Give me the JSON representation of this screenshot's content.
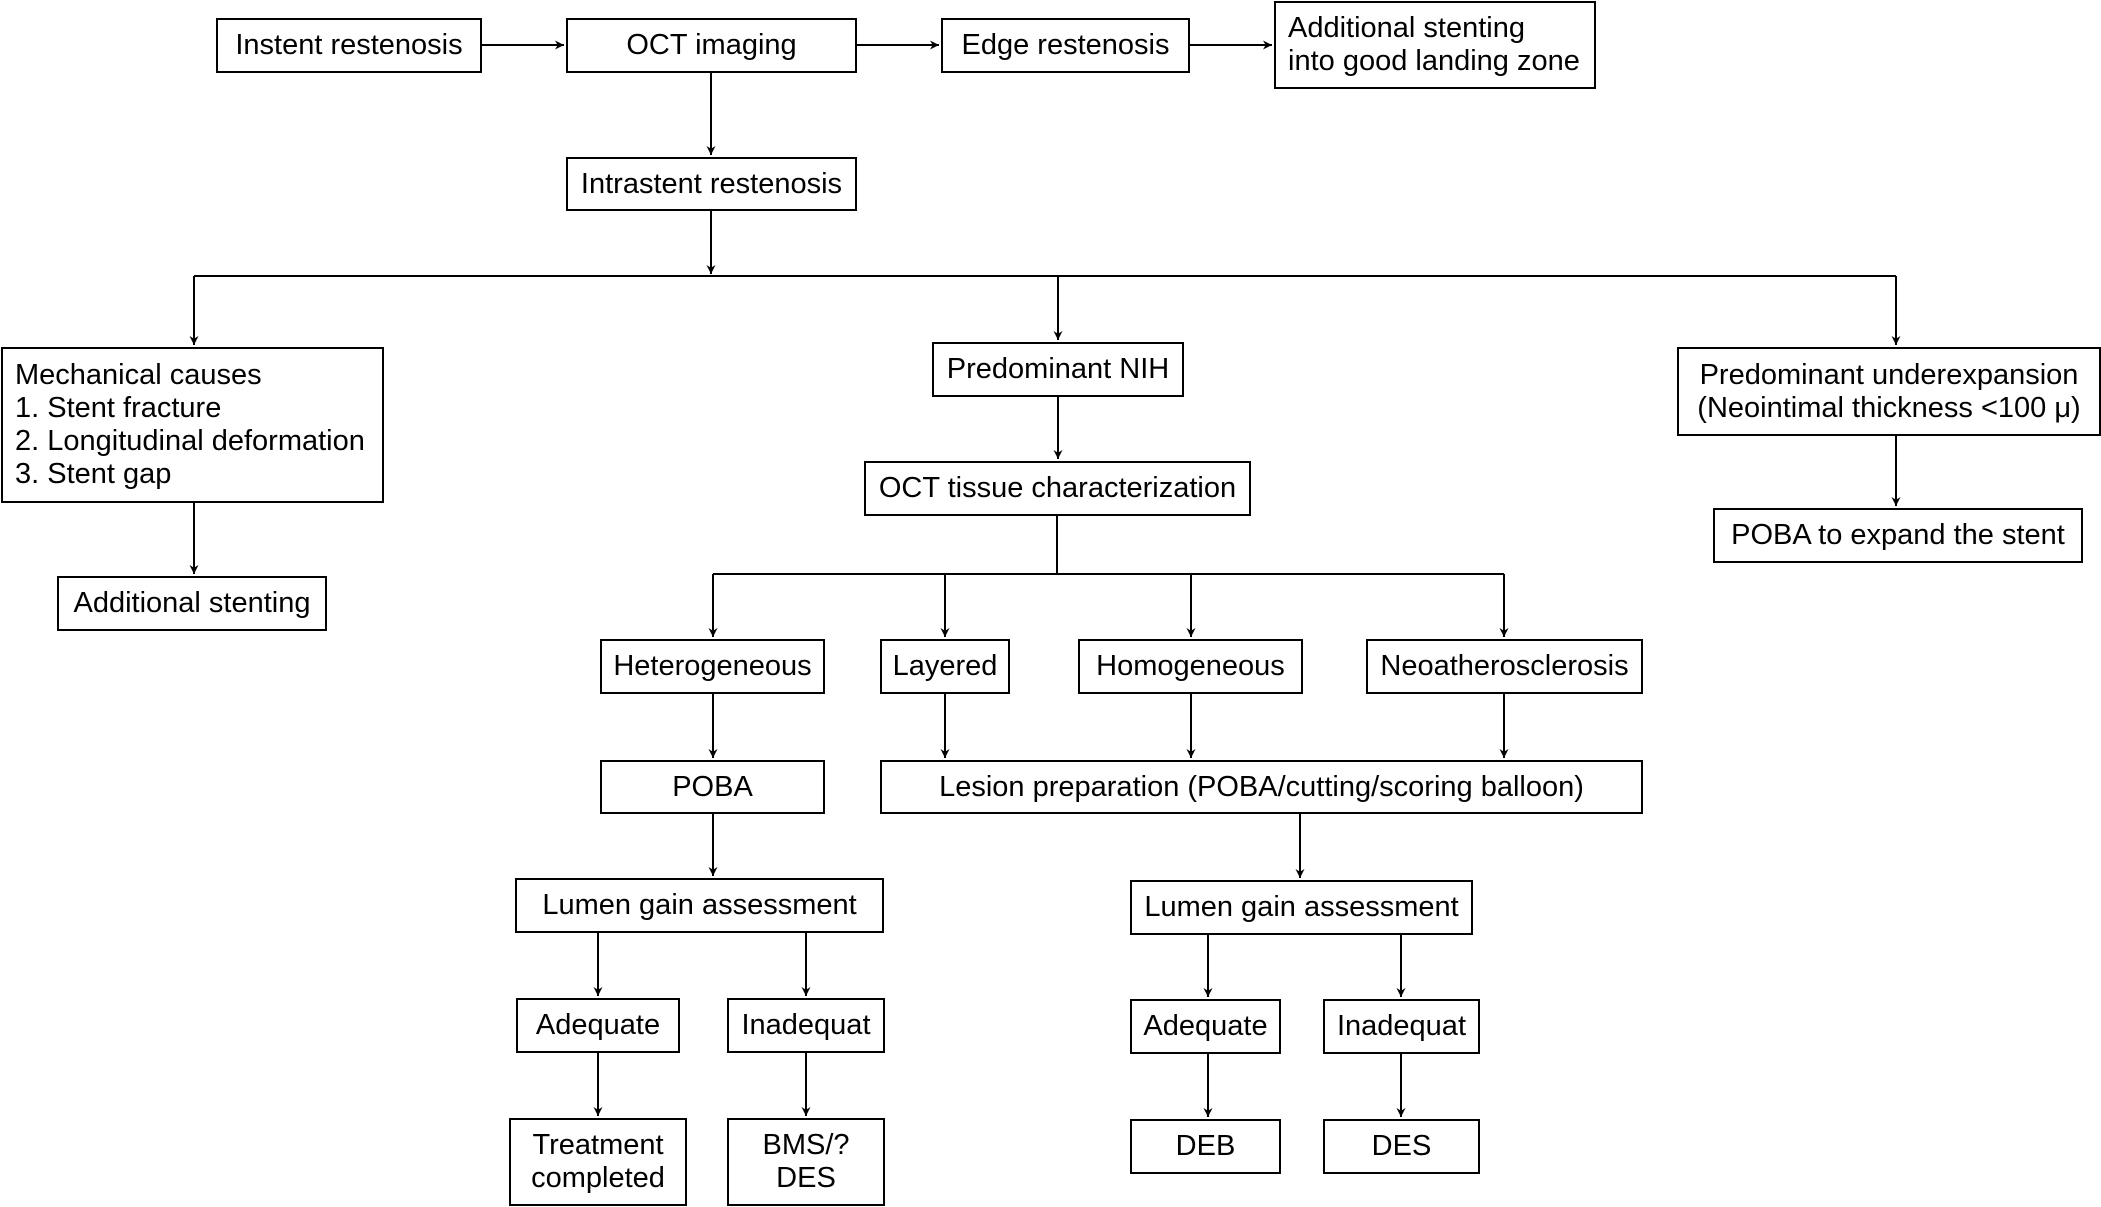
{
  "diagram": {
    "nodes": [
      {
        "id": "instent",
        "label": "Instent restenosis"
      },
      {
        "id": "oct",
        "label": "OCT imaging"
      },
      {
        "id": "edge",
        "label": "Edge restenosis"
      },
      {
        "id": "additional_landing",
        "label": "Additional stenting\ninto good landing zone"
      },
      {
        "id": "intrastent",
        "label": "Intrastent restenosis"
      },
      {
        "id": "mechanical",
        "label": "Mechanical causes\n1. Stent fracture\n2. Longitudinal deformation\n3. Stent gap"
      },
      {
        "id": "additional_stenting",
        "label": "Additional stenting"
      },
      {
        "id": "nih",
        "label": "Predominant NIH"
      },
      {
        "id": "tissue",
        "label": "OCT tissue characterization"
      },
      {
        "id": "underexp",
        "label": "Predominant underexpansion\n(Neointimal thickness <100 μ)"
      },
      {
        "id": "poba_expand",
        "label": "POBA to expand the stent"
      },
      {
        "id": "hetero",
        "label": "Heterogeneous"
      },
      {
        "id": "layered",
        "label": "Layered"
      },
      {
        "id": "homo",
        "label": "Homogeneous"
      },
      {
        "id": "neoath",
        "label": "Neoatherosclerosis"
      },
      {
        "id": "poba",
        "label": "POBA"
      },
      {
        "id": "lesion",
        "label": "Lesion preparation (POBA/cutting/scoring balloon)"
      },
      {
        "id": "lumen1",
        "label": "Lumen gain assessment"
      },
      {
        "id": "lumen2",
        "label": "Lumen gain assessment"
      },
      {
        "id": "adeq1",
        "label": "Adequate"
      },
      {
        "id": "inadeq1",
        "label": "Inadequat"
      },
      {
        "id": "adeq2",
        "label": "Adequate"
      },
      {
        "id": "inadeq2",
        "label": "Inadequat"
      },
      {
        "id": "treat",
        "label": "Treatment\ncompleted"
      },
      {
        "id": "bms",
        "label": "BMS/?\nDES"
      },
      {
        "id": "deb",
        "label": "DEB"
      },
      {
        "id": "des",
        "label": "DES"
      }
    ],
    "edges": [
      [
        "instent",
        "oct"
      ],
      [
        "oct",
        "edge"
      ],
      [
        "edge",
        "additional_landing"
      ],
      [
        "oct",
        "intrastent"
      ],
      [
        "intrastent",
        "mechanical"
      ],
      [
        "intrastent",
        "nih"
      ],
      [
        "intrastent",
        "underexp"
      ],
      [
        "mechanical",
        "additional_stenting"
      ],
      [
        "nih",
        "tissue"
      ],
      [
        "underexp",
        "poba_expand"
      ],
      [
        "tissue",
        "hetero"
      ],
      [
        "tissue",
        "layered"
      ],
      [
        "tissue",
        "homo"
      ],
      [
        "tissue",
        "neoath"
      ],
      [
        "hetero",
        "poba"
      ],
      [
        "layered",
        "lesion"
      ],
      [
        "homo",
        "lesion"
      ],
      [
        "neoath",
        "lesion"
      ],
      [
        "poba",
        "lumen1"
      ],
      [
        "lesion",
        "lumen2"
      ],
      [
        "lumen1",
        "adeq1"
      ],
      [
        "lumen1",
        "inadeq1"
      ],
      [
        "lumen2",
        "adeq2"
      ],
      [
        "lumen2",
        "inadeq2"
      ],
      [
        "adeq1",
        "treat"
      ],
      [
        "inadeq1",
        "bms"
      ],
      [
        "adeq2",
        "deb"
      ],
      [
        "inadeq2",
        "des"
      ]
    ]
  }
}
